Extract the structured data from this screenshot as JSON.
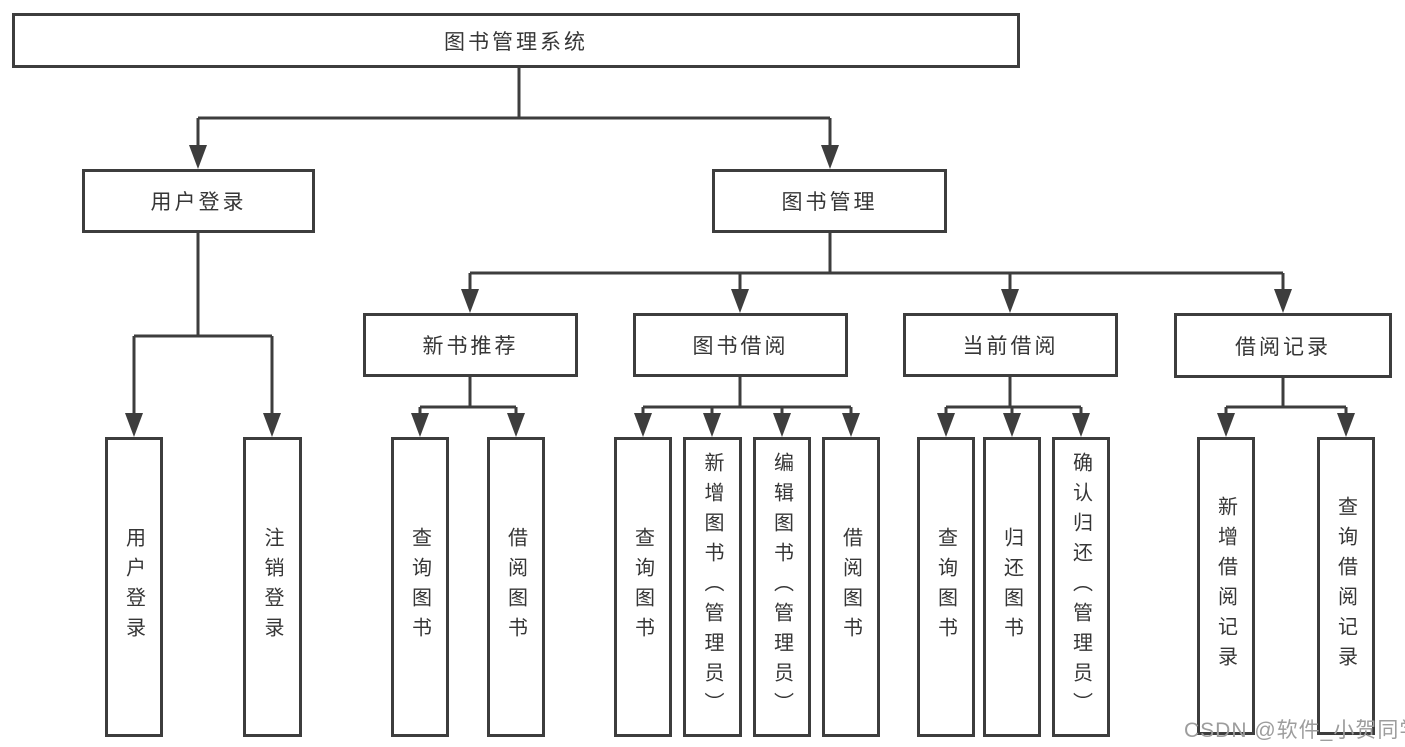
{
  "nodes": {
    "root": {
      "label": "图书管理系统"
    },
    "user_login_branch": {
      "label": "用户登录",
      "children": [
        {
          "label": "用户登录"
        },
        {
          "label": "注销登录"
        }
      ]
    },
    "book_mgmt_branch": {
      "label": "图书管理",
      "sections": [
        {
          "label": "新书推荐",
          "children": [
            {
              "label": "查询图书"
            },
            {
              "label": "借阅图书"
            }
          ]
        },
        {
          "label": "图书借阅",
          "children": [
            {
              "label": "查询图书"
            },
            {
              "label": "新增图书（管理员）"
            },
            {
              "label": "编辑图书（管理员）"
            },
            {
              "label": "借阅图书"
            }
          ]
        },
        {
          "label": "当前借阅",
          "children": [
            {
              "label": "查询图书"
            },
            {
              "label": "归还图书"
            },
            {
              "label": "确认归还（管理员）"
            }
          ]
        },
        {
          "label": "借阅记录",
          "children": [
            {
              "label": "新增借阅记录"
            },
            {
              "label": "查询借阅记录"
            }
          ]
        }
      ]
    }
  },
  "watermark": "CSDN @软件_小贺同学",
  "colors": {
    "line": "#3d3d3d",
    "text": "#363636",
    "watermark": "#9d9d9d",
    "background": "#ffffff"
  }
}
